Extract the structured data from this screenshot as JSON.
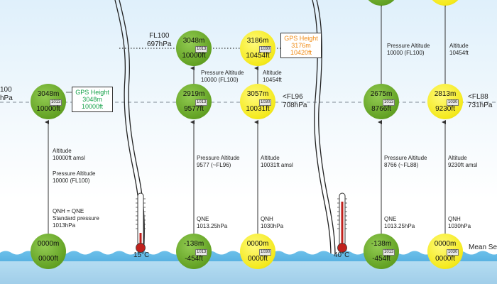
{
  "left_panel": {
    "cut_label_top": "100",
    "cut_label_bottom": "hPa",
    "ball_gps": {
      "m": "3048m",
      "ft": "10000ft",
      "qnh": "1013"
    },
    "gps_box": {
      "title": "GPS Height",
      "m": "3048m",
      "ft": "10000ft"
    },
    "ground_ball": {
      "m": "0000m",
      "ft": "0000ft"
    },
    "altitude_note": [
      "Altitude",
      "10000ft amsl"
    ],
    "pa_note": [
      "Pressure Altitude",
      "10000 (FL100)"
    ],
    "qnh_note": [
      "QNH = QNE",
      "Standard pressure",
      "1013hPa"
    ]
  },
  "middle_panel": {
    "fl100_label": [
      "FL100",
      "697hPa"
    ],
    "top_green_ball": {
      "m": "3048m",
      "ft": "10000ft",
      "qnh": "1013"
    },
    "top_yellow_ball": {
      "m": "3186m",
      "ft": "10454ft",
      "qnh": "1030"
    },
    "gps_box": {
      "title": "GPS Height",
      "m": "3176m",
      "ft": "10420ft"
    },
    "pa_note_top": [
      "Pressure Altitude",
      "10000 (FL100)"
    ],
    "alt_note_top": [
      "Altitude",
      "10454ft"
    ],
    "mid_green_ball": {
      "m": "2919m",
      "ft": "9577ft",
      "qnh": "1013"
    },
    "mid_yellow_ball": {
      "m": "3057m",
      "ft": "10031ft",
      "qnh": "1030"
    },
    "fl96_label": [
      "<FL96",
      "708hPa"
    ],
    "pa_note_mid": [
      "Pressure Altitude",
      "9577 (~FL96)"
    ],
    "alt_note_mid": [
      "Altitude",
      "10031ft amsl"
    ],
    "qne_note": [
      "QNE",
      "1013.25hPa"
    ],
    "qnh_note": [
      "QNH",
      "1030hPa"
    ],
    "ground_green_ball": {
      "m": "-138m",
      "ft": "-454ft",
      "qnh": "1013"
    },
    "ground_yellow_ball": {
      "m": "0000m",
      "ft": "0000ft",
      "qnh": "1030"
    },
    "temperature": "15°C"
  },
  "right_panel": {
    "temperature": "40°C",
    "pa_note_top": [
      "Pressure Altitude",
      "10000 (FL100)"
    ],
    "alt_note_top": [
      "Altitude",
      "10454ft"
    ],
    "mid_green_ball": {
      "m": "2675m",
      "ft": "8766ft",
      "qnh": "1013"
    },
    "mid_yellow_ball": {
      "m": "2813m",
      "ft": "9230ft",
      "qnh": "1030"
    },
    "fl88_label": [
      "<FL88",
      "731hPa"
    ],
    "pa_note_mid": [
      "Pressure Altitude",
      "8766 (~FL88)"
    ],
    "alt_note_mid": [
      "Altitude",
      "9230ft amsl"
    ],
    "qne_note": [
      "QNE",
      "1013.25hPa"
    ],
    "qnh_note": [
      "QNH",
      "1030hPa"
    ],
    "ground_green_ball": {
      "m": "-138m",
      "ft": "-454ft",
      "qnh": "1013"
    },
    "ground_yellow_ball": {
      "m": "0000m",
      "ft": "0000ft",
      "qnh": "1030"
    },
    "mean_sea_label": "Mean Sea"
  },
  "colors": {
    "green_ball": "#62a123",
    "yellow_ball": "#f4e91c",
    "sea": "#3fa3da",
    "gps_green": "#17a24a",
    "gps_orange": "#f08a12"
  }
}
